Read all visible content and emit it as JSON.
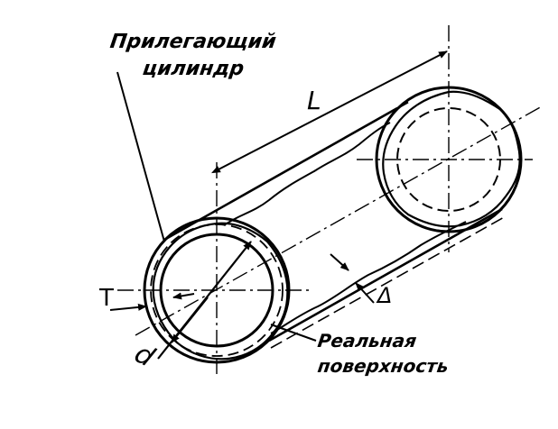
{
  "labels": {
    "adjacent_cylinder_line1": "Прилегающий",
    "adjacent_cylinder_line2": "цилиндр",
    "length": "L",
    "tolerance": "T",
    "deviation": "Δ",
    "diameter": "d",
    "real_surface_line1": "Реальная",
    "real_surface_line2": "поверхность"
  },
  "icons": {
    "dimension_arrow": "arrow-icon"
  }
}
